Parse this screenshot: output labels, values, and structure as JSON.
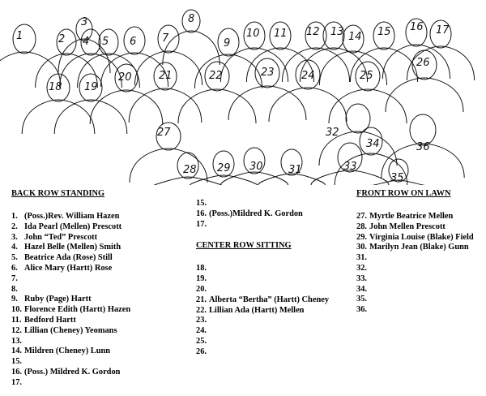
{
  "sketch_numbers": [
    "1",
    "2",
    "3",
    "4",
    "5",
    "6",
    "7",
    "8",
    "9",
    "10",
    "11",
    "12",
    "13",
    "14",
    "15",
    "16",
    "17",
    "18",
    "19",
    "20",
    "21",
    "22",
    "23",
    "24",
    "25",
    "26",
    "27",
    "28",
    "29",
    "30",
    "31",
    "32",
    "33",
    "34",
    "35",
    "36"
  ],
  "back_row": {
    "heading": "BACK ROW STANDING",
    "entries": [
      {
        "num": "1.",
        "name": "(Poss.)Rev. William Hazen"
      },
      {
        "num": "2.",
        "name": "Ida Pearl (Mellen) Prescott"
      },
      {
        "num": "3.",
        "name": "John “Ted” Prescott"
      },
      {
        "num": "4.",
        "name": "Hazel Belle (Mellen) Smith"
      },
      {
        "num": "5.",
        "name": "Beatrice Ada (Rose) Still"
      },
      {
        "num": "6.",
        "name": "Alice Mary (Hartt) Rose"
      },
      {
        "num": "7.",
        "name": ""
      },
      {
        "num": "8.",
        "name": ""
      },
      {
        "num": "9.",
        "name": "Ruby (Page) Hartt"
      },
      {
        "num": "10.",
        "name": "Florence Edith (Hartt) Hazen"
      },
      {
        "num": "11.",
        "name": "Bedford Hartt"
      },
      {
        "num": "12.",
        "name": "Lillian (Cheney) Yeomans"
      },
      {
        "num": "13.",
        "name": ""
      },
      {
        "num": "14.",
        "name": "Mildren (Cheney) Lunn"
      },
      {
        "num": "15.",
        "name": ""
      },
      {
        "num": "16.",
        "name": "(Poss.) Mildred K. Gordon"
      },
      {
        "num": "17.",
        "name": ""
      }
    ]
  },
  "back_row_cont": {
    "entries": [
      {
        "num": "15.",
        "name": ""
      },
      {
        "num": "16.",
        "name": "(Poss.)Mildred K. Gordon"
      },
      {
        "num": "17.",
        "name": ""
      }
    ]
  },
  "center_row": {
    "heading": "CENTER ROW SITTING",
    "entries": [
      {
        "num": "18.",
        "name": ""
      },
      {
        "num": "19.",
        "name": ""
      },
      {
        "num": "20.",
        "name": ""
      },
      {
        "num": "21.",
        "name": "Alberta “Bertha” (Hartt) Cheney"
      },
      {
        "num": "22.",
        "name": "Lillian Ada (Hartt) Mellen"
      },
      {
        "num": "23.",
        "name": ""
      },
      {
        "num": "24.",
        "name": ""
      },
      {
        "num": "25.",
        "name": ""
      },
      {
        "num": "26.",
        "name": ""
      }
    ]
  },
  "front_row": {
    "heading": "FRONT ROW ON LAWN",
    "entries": [
      {
        "num": "27.",
        "name": "Myrtle Beatrice Mellen"
      },
      {
        "num": "28.",
        "name": "John Mellen Prescott"
      },
      {
        "num": "29.",
        "name": "Virginia Louise (Blake) Field"
      },
      {
        "num": "30.",
        "name": "Marilyn Jean (Blake) Gunn"
      },
      {
        "num": "31.",
        "name": ""
      },
      {
        "num": "32.",
        "name": ""
      },
      {
        "num": "33.",
        "name": ""
      },
      {
        "num": "34.",
        "name": ""
      },
      {
        "num": "35.",
        "name": ""
      },
      {
        "num": "36.",
        "name": ""
      }
    ]
  }
}
